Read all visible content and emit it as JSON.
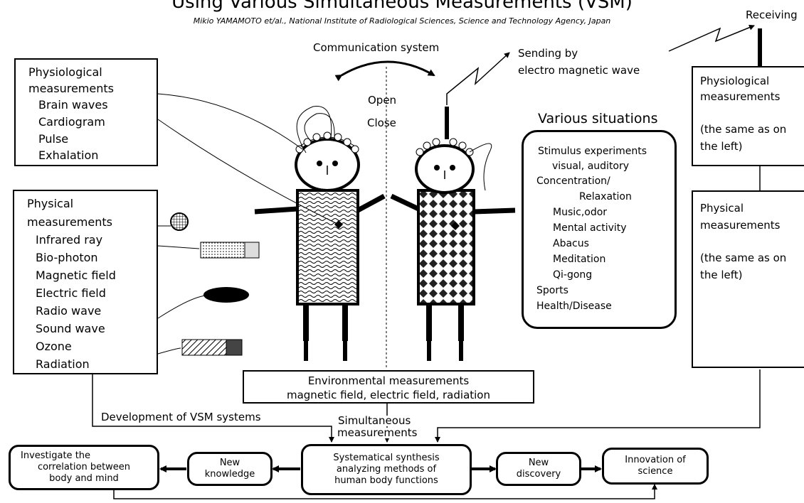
{
  "title": "Using Various Simultaneous Measurements (VSM)",
  "authors": "Mikio YAMAMOTO et/al., National Institute of Radiological Sciences, Science and Technology Agency, Japan",
  "communication": {
    "label": "Communication system",
    "sending_line1": "Sending by",
    "sending_line2": "electro magnetic wave",
    "receiving": "Receiving",
    "open": "Open",
    "close": "Close"
  },
  "physiological_left": {
    "title_line1": "Physiological",
    "title_line2": "measurements",
    "items": [
      "Brain waves",
      "Cardiogram",
      "Pulse",
      "Exhalation"
    ]
  },
  "physical_left": {
    "title_line1": "Physical",
    "title_line2": "measurements",
    "items": [
      "Infrared ray",
      "Bio-photon",
      "Magnetic field",
      "Electric field",
      "Radio wave",
      "Sound wave",
      "Ozone",
      "Radiation"
    ]
  },
  "situations": {
    "title": "Various situations",
    "items": [
      "Stimulus experiments",
      "visual, auditory",
      "Concentration/",
      "Relaxation",
      "Music,odor",
      "Mental activity",
      "Abacus",
      "Meditation",
      "Qi-gong",
      "Sports",
      "Health/Disease"
    ]
  },
  "physiological_right": {
    "title_line1": "Physiological",
    "title_line2": "measurements",
    "note_line1": "(the same as on",
    "note_line2": "the left)"
  },
  "physical_right": {
    "title_line1": "Physical",
    "title_line2": "measurements",
    "note_line1": "(the same as on",
    "note_line2": "the left)"
  },
  "environmental": {
    "title": "Environmental measurements",
    "items": "magnetic field, electric field, radiation"
  },
  "development": "Development of VSM systems",
  "simultaneous_line1": "Simultaneous",
  "simultaneous_line2": "measurements",
  "flow": {
    "investigate_line1": "Investigate the",
    "investigate_line2": "correlation between",
    "investigate_line3": "body and mind",
    "new_knowledge_line1": "New",
    "new_knowledge_line2": "knowledge",
    "synthesis_line1": "Systematical synthesis",
    "synthesis_line2": "analyzing methods of",
    "synthesis_line3": "human body functions",
    "new_discovery_line1": "New",
    "new_discovery_line2": "discovery",
    "innovation_line1": "Innovation of",
    "innovation_line2": "science"
  }
}
